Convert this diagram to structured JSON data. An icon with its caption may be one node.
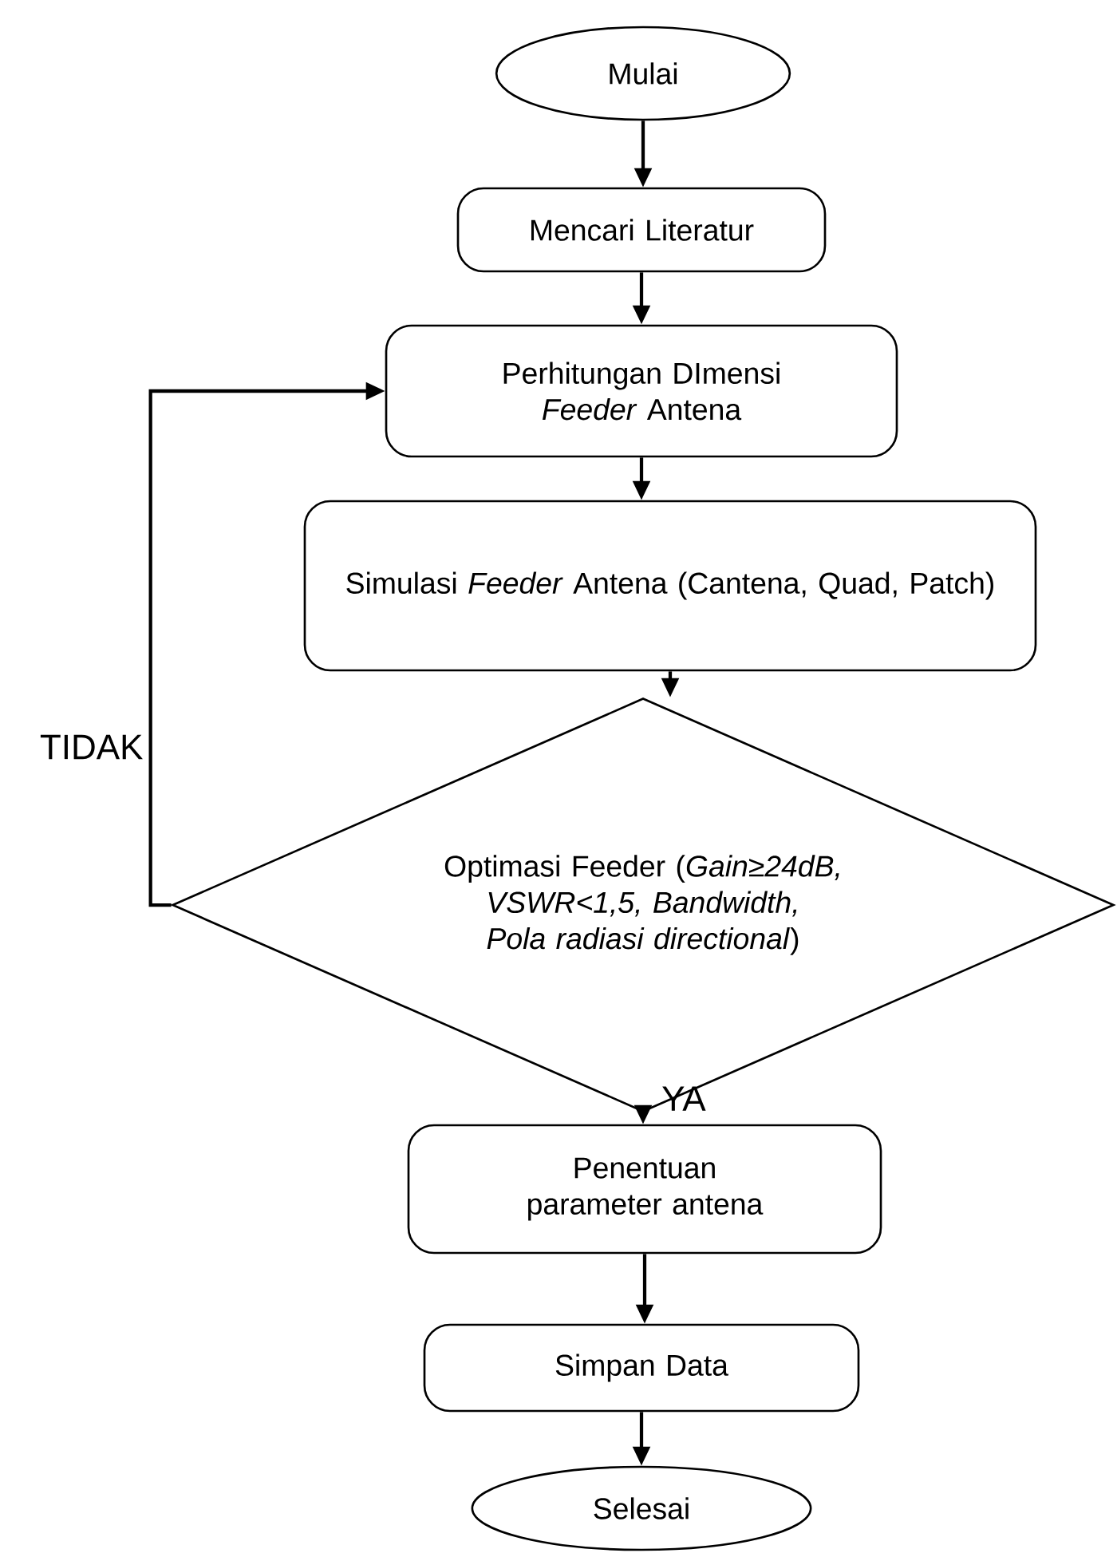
{
  "diagram": {
    "nodes": [
      {
        "text": [
          "Mulai"
        ]
      },
      {
        "text": [
          "Mencari Literatur"
        ]
      },
      {
        "text": [
          "Perhitungan DImensi *Feeder* Antena"
        ]
      },
      {
        "text": [
          "Simulasi *Feeder* Antena (Cantena, Quad, Patch)"
        ]
      },
      {
        "text": [
          "Optimasi Feeder (*Gain≥24dB, VSWR<1,5, Bandwidth, Pola radiasi directional*)"
        ]
      },
      {
        "text": [
          "Penentuan parameter antena"
        ]
      },
      {
        "text": [
          "Simpan Data"
        ]
      },
      {
        "text": [
          "Selesai"
        ]
      }
    ],
    "edges": [
      {
        "from": 0,
        "to": 1,
        "arrow": "to"
      },
      {
        "from": 1,
        "to": 2,
        "arrow": "to"
      },
      {
        "from": 2,
        "to": 3,
        "arrow": "to"
      },
      {
        "from": 3,
        "to": 4,
        "arrow": "to"
      },
      {
        "from": 4,
        "to": 5,
        "arrow": "to",
        "label": "YA"
      },
      {
        "from": 4,
        "to": 2,
        "arrow": "to",
        "label": "TIDAK"
      },
      {
        "from": 5,
        "to": 6,
        "arrow": "to"
      },
      {
        "from": 6,
        "to": 7,
        "arrow": "to"
      }
    ]
  }
}
